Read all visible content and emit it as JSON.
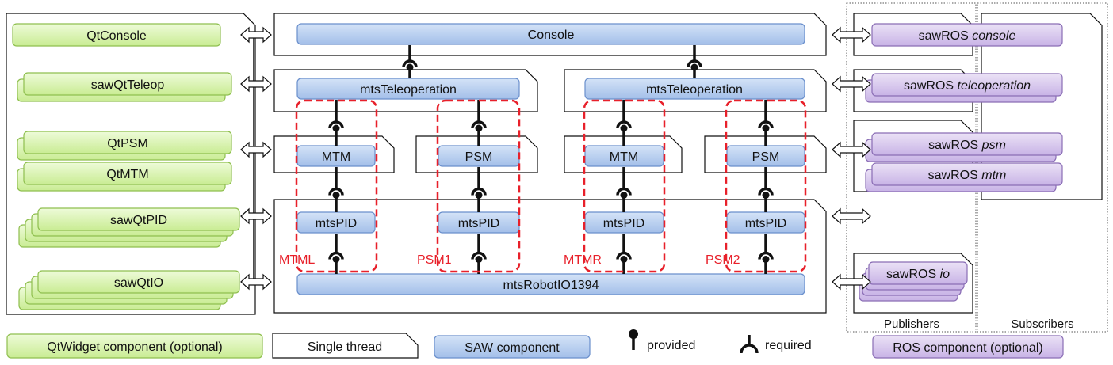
{
  "colors": {
    "qt_fill": "#d6f2ad",
    "qt_stroke": "#8fbf4f",
    "saw_fill": "#b4ccee",
    "saw_stroke": "#6a8fcc",
    "ros_fill": "#d6c6ec",
    "ros_stroke": "#8a6db5",
    "group": "#e8202a",
    "ink": "#111111"
  },
  "qt_widgets": [
    "QtConsole",
    "sawQtTeleop",
    "QtPSM",
    "QtMTM",
    "sawQtPID",
    "sawQtIO"
  ],
  "saw": {
    "console": "Console",
    "teleop": [
      "mtsTeleoperation",
      "mtsTeleoperation"
    ],
    "arms": [
      "MTM",
      "PSM",
      "MTM",
      "PSM"
    ],
    "pid": [
      "mtsPID",
      "mtsPID",
      "mtsPID",
      "mtsPID"
    ],
    "io": "mtsRobotIO1394"
  },
  "groups": [
    "MTML",
    "PSM1",
    "MTMR",
    "PSM2"
  ],
  "ros": [
    {
      "prefix": "sawROS",
      "name": "console"
    },
    {
      "prefix": "sawROS",
      "name": "teleoperation"
    },
    {
      "prefix": "sawROS",
      "name": "psm"
    },
    {
      "prefix": "sawROS",
      "name": "mtm"
    },
    {
      "prefix": "sawROS",
      "name": "io"
    }
  ],
  "columns": {
    "publishers": "Publishers",
    "subscribers": "Subscribers"
  },
  "legend": {
    "qt": "QtWidget component (optional)",
    "thread": "Single thread",
    "saw": "SAW component",
    "provided": "provided",
    "required": "required",
    "ros": "ROS component (optional)"
  }
}
